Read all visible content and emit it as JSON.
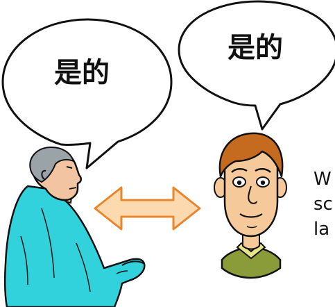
{
  "left_bubble": {
    "text": "是的"
  },
  "right_bubble": {
    "text": "是的"
  },
  "caption_lines": [
    "W",
    "sc",
    "la"
  ],
  "colors": {
    "arrow_fill": "#fdd9b0",
    "arrow_stroke": "#e8862e",
    "old_man_shirt": "#32d2dc",
    "old_man_hair": "#9aa4a8",
    "skin_old": "#f2c4a2",
    "young_hair": "#c56b1f",
    "young_skin": "#f6c99b",
    "young_shirt": "#8a9b3a"
  },
  "icons": {
    "left_figure": "old-man-icon",
    "right_figure": "young-man-icon",
    "arrow": "double-arrow-icon"
  }
}
